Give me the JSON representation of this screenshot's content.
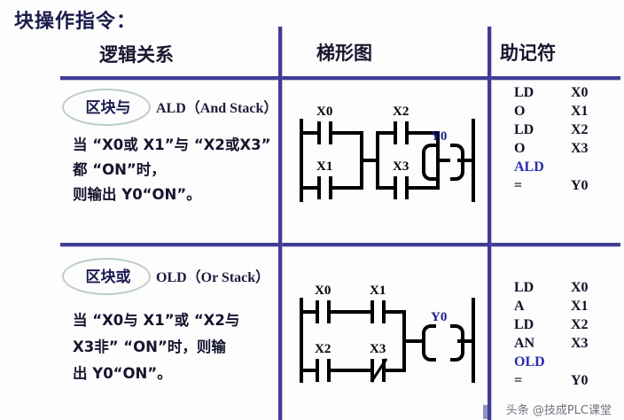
{
  "title": "块操作指令：",
  "colors": {
    "rule": "#413d96",
    "title": "#1b1b4b",
    "highlight": "#2a2ab0",
    "coil_label": "#1a1a8c",
    "badge_ring": "#bccdc6"
  },
  "table": {
    "headers": {
      "logic": "逻辑关系",
      "ladder": "梯形图",
      "mnemonic": "助记符"
    }
  },
  "rows": [
    {
      "badge": "区块与",
      "instruction": "ALD（And Stack）",
      "description": [
        "当 “X0或 X1”与 “X2或X3”",
        "都 “ON”时，",
        "则输出 Y0“ON”。"
      ],
      "ladder": {
        "branch1": {
          "top": "X0",
          "bottom": "X1",
          "top_type": "NO",
          "bottom_type": "NO"
        },
        "branch2": {
          "top": "X2",
          "bottom": "X3",
          "top_type": "NO",
          "bottom_type": "NO"
        },
        "output": "Y0"
      },
      "mnemonics": [
        {
          "op": "LD",
          "arg": "X0",
          "highlight": false
        },
        {
          "op": "O",
          "arg": "X1",
          "highlight": false
        },
        {
          "op": "LD",
          "arg": "X2",
          "highlight": false
        },
        {
          "op": "O",
          "arg": "X3",
          "highlight": false
        },
        {
          "op": "ALD",
          "arg": "",
          "highlight": true
        },
        {
          "op": "=",
          "arg": "Y0",
          "highlight": false
        }
      ]
    },
    {
      "badge": "区块或",
      "instruction": "OLD（Or Stack）",
      "description": [
        "当 “X0与 X1”或 “X2与",
        "X3非” “ON”时，则输",
        "出 Y0“ON”。"
      ],
      "ladder": {
        "branch1": {
          "left": "X0",
          "right": "X1",
          "left_type": "NO",
          "right_type": "NO"
        },
        "branch2": {
          "left": "X2",
          "right": "X3",
          "left_type": "NO",
          "right_type": "NC"
        },
        "output": "Y0"
      },
      "mnemonics": [
        {
          "op": "LD",
          "arg": "X0",
          "highlight": false
        },
        {
          "op": "A",
          "arg": "X1",
          "highlight": false
        },
        {
          "op": "LD",
          "arg": "X2",
          "highlight": false
        },
        {
          "op": "AN",
          "arg": "X3",
          "highlight": false
        },
        {
          "op": "OLD",
          "arg": "",
          "highlight": true
        },
        {
          "op": "=",
          "arg": "Y0",
          "highlight": false
        }
      ]
    }
  ],
  "watermark": "头条 @技成PLC课堂"
}
